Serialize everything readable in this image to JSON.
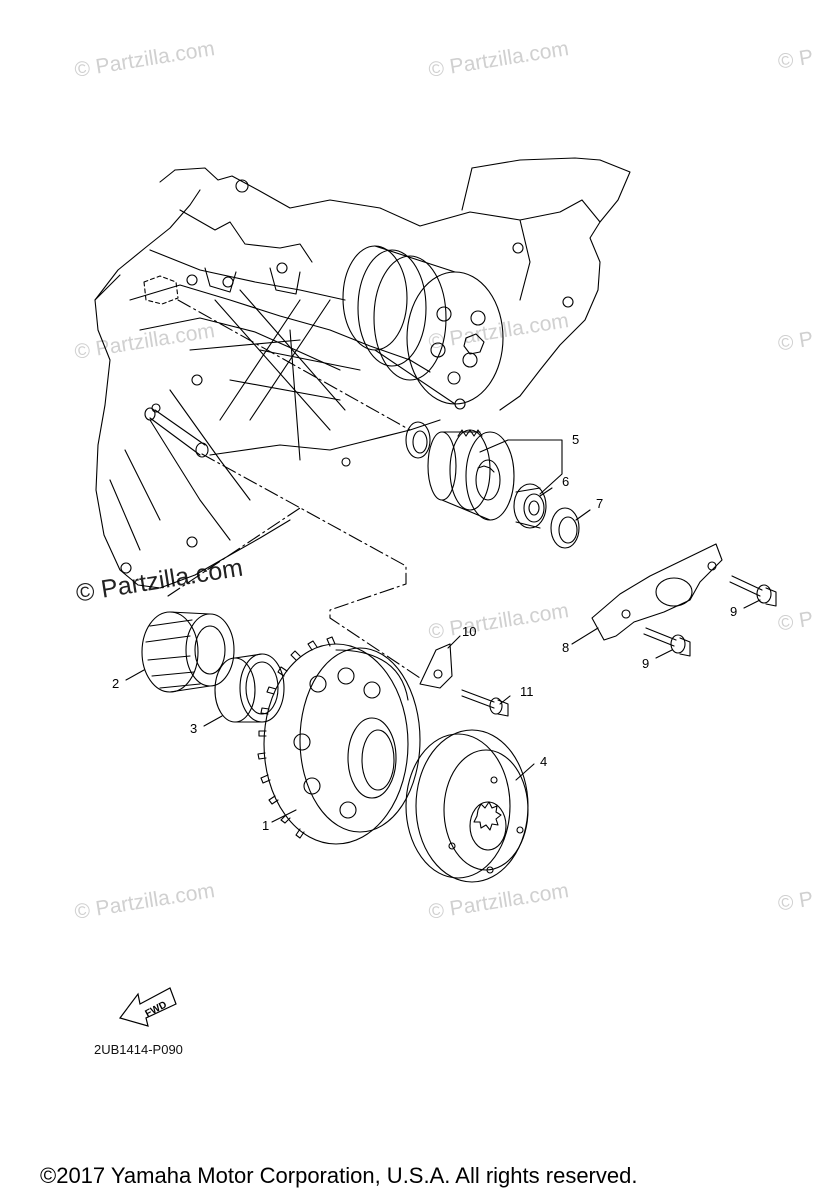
{
  "watermark": {
    "text": "© Partzilla.com",
    "short": "© P"
  },
  "watermark_large": "© Partzilla.com",
  "callouts": [
    "1",
    "2",
    "3",
    "4",
    "5",
    "6",
    "7",
    "8",
    "9",
    "9",
    "10",
    "11"
  ],
  "fwd_label": "FWD",
  "diagram_code": "2UB1414-P090",
  "copyright": "©2017 Yamaha Motor Corporation, U.S.A. All rights reserved.",
  "colors": {
    "line": "#000000",
    "watermark": "#d0d0d0",
    "background": "#ffffff"
  }
}
